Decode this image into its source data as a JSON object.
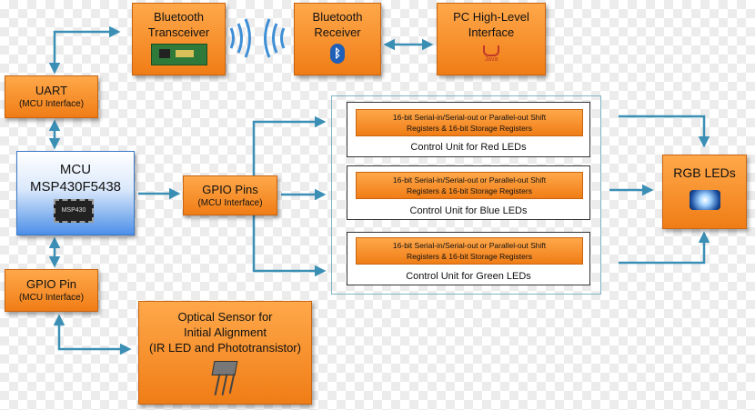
{
  "blocks": {
    "bt_transceiver": "Bluetooth Transceiver",
    "bt_receiver": "Bluetooth Receiver",
    "pc_interface": "PC High-Level Interface",
    "java_label": "Java",
    "uart": "UART",
    "uart_sub": "(MCU Interface)",
    "mcu_line1": "MCU",
    "mcu_line2": "MSP430F5438",
    "chip_label": "MSP430",
    "gpio_pins": "GPIO Pins",
    "gpio_pins_sub": "(MCU Interface)",
    "gpio_pin": "GPIO Pin",
    "gpio_pin_sub": "(MCU Interface)",
    "optical_line1": "Optical Sensor for",
    "optical_line2": "Initial Alignment",
    "optical_line3": "(IR LED and Phototransistor)",
    "rgb_leds": "RGB LEDs"
  },
  "control_units": [
    {
      "shift_line1": "16-bit Serial-in/Serial-out or Parallel-out Shift",
      "shift_line2": "Registers & 16-bit Storage Registers",
      "label": "Control Unit for Red LEDs"
    },
    {
      "shift_line1": "16-bit Serial-in/Serial-out or Parallel-out Shift",
      "shift_line2": "Registers & 16-bit Storage Registers",
      "label": "Control Unit for Blue LEDs"
    },
    {
      "shift_line1": "16-bit Serial-in/Serial-out or Parallel-out Shift",
      "shift_line2": "Registers & 16-bit Storage Registers",
      "label": "Control Unit for Green LEDs"
    }
  ],
  "colors": {
    "block": "#f48a20",
    "mcu": "#4c8fe8",
    "arrow": "#3b8fb5"
  }
}
